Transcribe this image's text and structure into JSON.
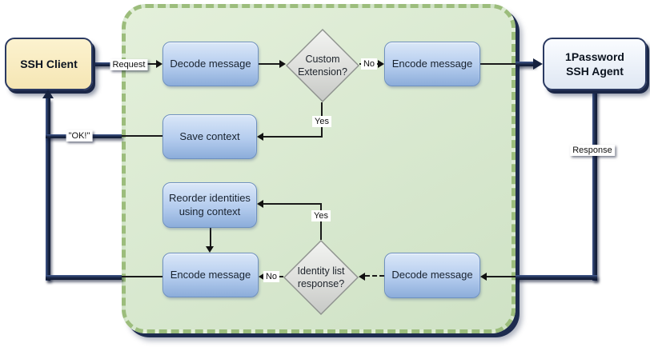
{
  "diagram": {
    "client": {
      "label": "SSH Client"
    },
    "agent": {
      "line1": "1Password",
      "line2": "SSH Agent"
    },
    "boxes": {
      "decode_top": "Decode message",
      "encode_top": "Encode message",
      "save_context": "Save context",
      "reorder": "Reorder identities using context",
      "encode_bottom": "Encode message",
      "decode_bottom": "Decode message"
    },
    "decisions": {
      "custom": "Custom Extension?",
      "identity": "Identity list response?"
    },
    "edge_labels": {
      "request": "Request",
      "ok": "\"OK!\"",
      "response": "Response",
      "no_top": "No",
      "yes_top": "Yes",
      "no_bottom": "No",
      "yes_bottom": "Yes"
    },
    "colors": {
      "container_fill": "#d8e8cf",
      "container_dash": "#9cbd7c",
      "process_fill_top": "#dae7f8",
      "process_fill_bottom": "#8cadda",
      "client_fill": "#f9ecc6",
      "agent_fill": "#eef2fa",
      "bus_line_navy": "#1b2847",
      "decision_fill": "#dddedb",
      "thin_line": "#1a1a1a"
    }
  }
}
